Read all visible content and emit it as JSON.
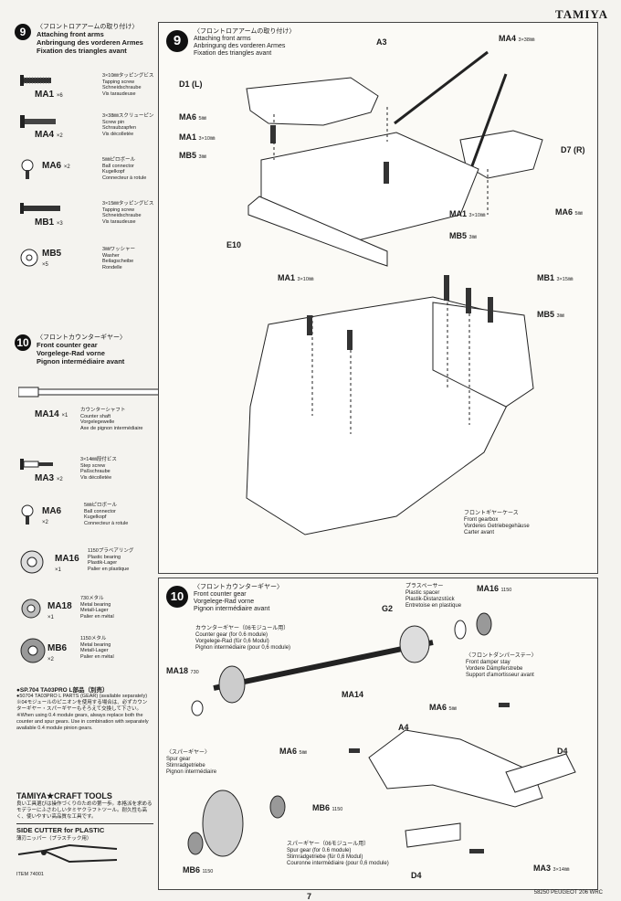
{
  "brand": "TAMIYA",
  "step9": {
    "number": "9",
    "jp": "〈フロントロアアームの取り付け〉",
    "en": "Attaching front arms",
    "de": "Anbringung des vorderen Armes",
    "fr": "Fixation des triangles avant"
  },
  "step9_parts": [
    {
      "code": "MA1",
      "qty": "×6",
      "jp": "3×10㎜タッピングビス",
      "en": "Tapping screw",
      "de": "Schneidschraube",
      "fr": "Vis taraudeuse"
    },
    {
      "code": "MA4",
      "qty": "×2",
      "jp": "3×38㎜スクリューピン",
      "en": "Screw pin",
      "de": "Schraubzapfen",
      "fr": "Vis décolletée"
    },
    {
      "code": "MA6",
      "qty": "×2",
      "jp": "5㎜ピロボール",
      "en": "Ball connector",
      "de": "Kugelkopf",
      "fr": "Connecteur à rotule"
    },
    {
      "code": "MB1",
      "qty": "×3",
      "jp": "3×15㎜タッピングビス",
      "en": "Tapping screw",
      "de": "Schneidschraube",
      "fr": "Vis taraudeuse"
    },
    {
      "code": "MB5",
      "qty": "×5",
      "jp": "3㎜ワッシャー",
      "en": "Washer",
      "de": "Beilagscheibe",
      "fr": "Rondelle"
    }
  ],
  "step10": {
    "number": "10",
    "jp": "〈フロントカウンターギヤー〉",
    "en": "Front counter gear",
    "de": "Vorgelege-Rad vorne",
    "fr": "Pignon intermédiaire avant"
  },
  "step10_parts": [
    {
      "code": "MA14",
      "qty": "×1",
      "jp": "カウンターシャフト",
      "en": "Counter shaft",
      "de": "Vorgelegewelle",
      "fr": "Axe de pignon intermédiaire"
    },
    {
      "code": "MA3",
      "qty": "×2",
      "jp": "3×14㎜段付ビス",
      "en": "Step screw",
      "de": "Paßschraube",
      "fr": "Vis décolletée"
    },
    {
      "code": "MA6",
      "qty": "×2",
      "jp": "5㎜ピロボール",
      "en": "Ball connector",
      "de": "Kugelkopf",
      "fr": "Connecteur à rotule"
    },
    {
      "code": "MA16",
      "qty": "×1",
      "jp": "1150プラベアリング",
      "en": "Plastic bearing",
      "de": "Plastik-Lager",
      "fr": "Palier en plastique"
    },
    {
      "code": "MA18",
      "qty": "×1",
      "jp": "730メタル",
      "en": "Metal bearing",
      "de": "Metall-Lager",
      "fr": "Palier en métal"
    },
    {
      "code": "MB6",
      "qty": "×2",
      "jp": "1150メタル",
      "en": "Metal bearing",
      "de": "Metall-Lager",
      "fr": "Palier en métal"
    }
  ],
  "notes": {
    "line1": "●SP.704 TA03PRO L部品（別売）",
    "line2": "●50704 TA03PRO L PARTS (GEAR) (available separately)",
    "line3": "※04モジュールのピニオンを使用する場合は、必ずカウンターギヤー・スパーギヤーもそろえて交換して下さい。",
    "line4": "※When using 0.4 module gears, always replace both the counter and spur gears. Use in combination with separately available 0.4 module pinion gears."
  },
  "tools": {
    "brand": "TAMIYA★CRAFT TOOLS",
    "jp": "良い工具選びは操作づくりのための第一歩。本格派を求めるモデラーにふさわしいタミヤクラフトツール。耐久性も高く、使いやすい高品質な工具です。",
    "name": "SIDE CUTTER for PLASTIC",
    "name_jp": "薄刃ニッパー（プラスチック用）",
    "item": "ITEM 74001"
  },
  "p9_labels": {
    "a3": "A3",
    "ma4": "MA4",
    "ma4s": "3×38㎜",
    "d1": "D1 (L)",
    "ma6": "MA6",
    "ma6s": "5㎜",
    "ma1": "MA1",
    "ma1s": "3×10㎜",
    "mb5": "MB5",
    "mb5s": "3㎜",
    "d7": "D7 (R)",
    "ma1b": "MA1",
    "ma1bs": "3×10㎜",
    "ma6b": "MA6",
    "ma6bs": "5㎜",
    "mb5b": "MB5",
    "mb5bs": "3㎜",
    "e10": "E10",
    "ma1c": "MA1",
    "ma1cs": "3×10㎜",
    "mb1": "MB1",
    "mb1s": "3×15㎜",
    "mb5c": "MB5",
    "mb5cs": "3㎜",
    "gearbox_jp": "フロントギヤーケース",
    "gearbox_en": "Front gearbox",
    "gearbox_de": "Vorderes Getriebegehäuse",
    "gearbox_fr": "Carter avant"
  },
  "p10_labels": {
    "spacer_jp": "プラスペーサー",
    "spacer_en": "Plastic spacer",
    "spacer_de": "Plastik-Distanzstück",
    "spacer_fr": "Entretoise en plastique",
    "ma16": "MA16",
    "ma16s": "1150",
    "g2": "G2",
    "cg_jp": "カウンターギヤー（06モジュール用）",
    "cg_en": "Counter gear (for 0.6 module)",
    "cg_de": "Vorgelege-Rad (für 0,6 Modul)",
    "cg_fr": "Pignon intermédiaire (pour 0,6 module)",
    "ma18": "MA18",
    "ma18s": "730",
    "ma14": "MA14",
    "stay_jp": "〈フロントダンパーステー〉",
    "stay_en": "Front damper stay",
    "stay_de": "Vordere Dämpferstrebe",
    "stay_fr": "Support d'amortisseur avant",
    "ma6": "MA6",
    "ma6s": "5㎜",
    "a4": "A4",
    "ma6b": "MA6",
    "ma6bs": "5㎜",
    "d4": "D4",
    "spur_jp": "〈スパーギヤー〉",
    "spur_en": "Spur gear",
    "spur_de": "Stirnradgetriebe",
    "spur_fr": "Pignon intermédiaire",
    "mb6": "MB6",
    "mb6s": "1150",
    "mb6b": "MB6",
    "mb6bs": "1150",
    "sg_jp": "スパーギヤー（06モジュール用）",
    "sg_en": "Spur gear (for 0.6 module)",
    "sg_de": "Stirnradgetriebe (für 0,6 Modul)",
    "sg_fr": "Couronne intermédiaire (pour 0,6 module)",
    "d4b": "D4",
    "ma3": "MA3",
    "ma3s": "3×14㎜"
  },
  "footer": {
    "model": "58250 PEUGEOT 206 WRC",
    "page": "7"
  }
}
